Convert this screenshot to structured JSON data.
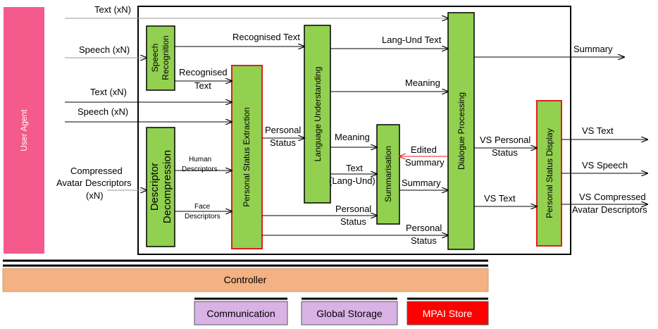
{
  "user_agent": {
    "label": "User Agent",
    "color": "#f45a8c"
  },
  "modules": {
    "speech_recognition": {
      "line1": "Speech",
      "line2": "Recognition",
      "color": "#92d050"
    },
    "descriptor_decompression": {
      "line1": "Descriptor",
      "line2": "Decompression",
      "color": "#92d050"
    },
    "personal_status_extraction": {
      "label": "Personal Status Extraction",
      "color": "#92d050",
      "border": "#e02020"
    },
    "language_understanding": {
      "label": "Language Understanding",
      "color": "#92d050"
    },
    "summarisation": {
      "label": "Summarisation",
      "color": "#92d050"
    },
    "dialogue_processing": {
      "label": "Dialogue Processing",
      "color": "#92d050"
    },
    "personal_status_display": {
      "label": "Personal Status Display",
      "color": "#92d050",
      "border": "#e02020"
    }
  },
  "flows": {
    "text_in_top": "Text (xN)",
    "speech_in_top": "Speech (xN)",
    "text_in": "Text (xN)",
    "speech_in": "Speech (xN)",
    "compressed_1": "Compressed",
    "compressed_2": "Avatar Descriptors",
    "compressed_3": "(xN)",
    "recognised_text_top": "Recognised Text",
    "recognised_text_1": "Recognised",
    "recognised_text_2": "Text",
    "human_desc_1": "Human",
    "human_desc_2": "Descriptors",
    "face_desc_1": "Face",
    "face_desc_2": "Descriptors",
    "personal_status_1": "Personal",
    "personal_status_2": "Status",
    "meaning_top": "Meaning",
    "meaning": "Meaning",
    "lang_und_text": "Lang-Und Text",
    "text_lang_1": "Text",
    "text_lang_2": "(Lang-Und)",
    "ps_to_summ_1": "Personal",
    "ps_to_summ_2": "Status",
    "ps_to_dp_1": "Personal",
    "ps_to_dp_2": "Status",
    "edited_summary_1": "Edited",
    "edited_summary_2": "Summary",
    "summary_to_dp": "Summary",
    "summary_out": "Summary",
    "vs_personal_1": "VS Personal",
    "vs_personal_2": "Status",
    "vs_text_in": "VS Text",
    "vs_text_out": "VS Text",
    "vs_speech_out": "VS Speech",
    "vs_compressed_1": "VS Compressed",
    "vs_compressed_2": "Avatar Descriptors"
  },
  "controller": {
    "label": "Controller",
    "color": "#f4b183"
  },
  "services": [
    {
      "label": "Communication",
      "color": "#d9b3e6"
    },
    {
      "label": "Global Storage",
      "color": "#d9b3e6"
    },
    {
      "label": "MPAI Store",
      "color": "#ff0000"
    }
  ]
}
